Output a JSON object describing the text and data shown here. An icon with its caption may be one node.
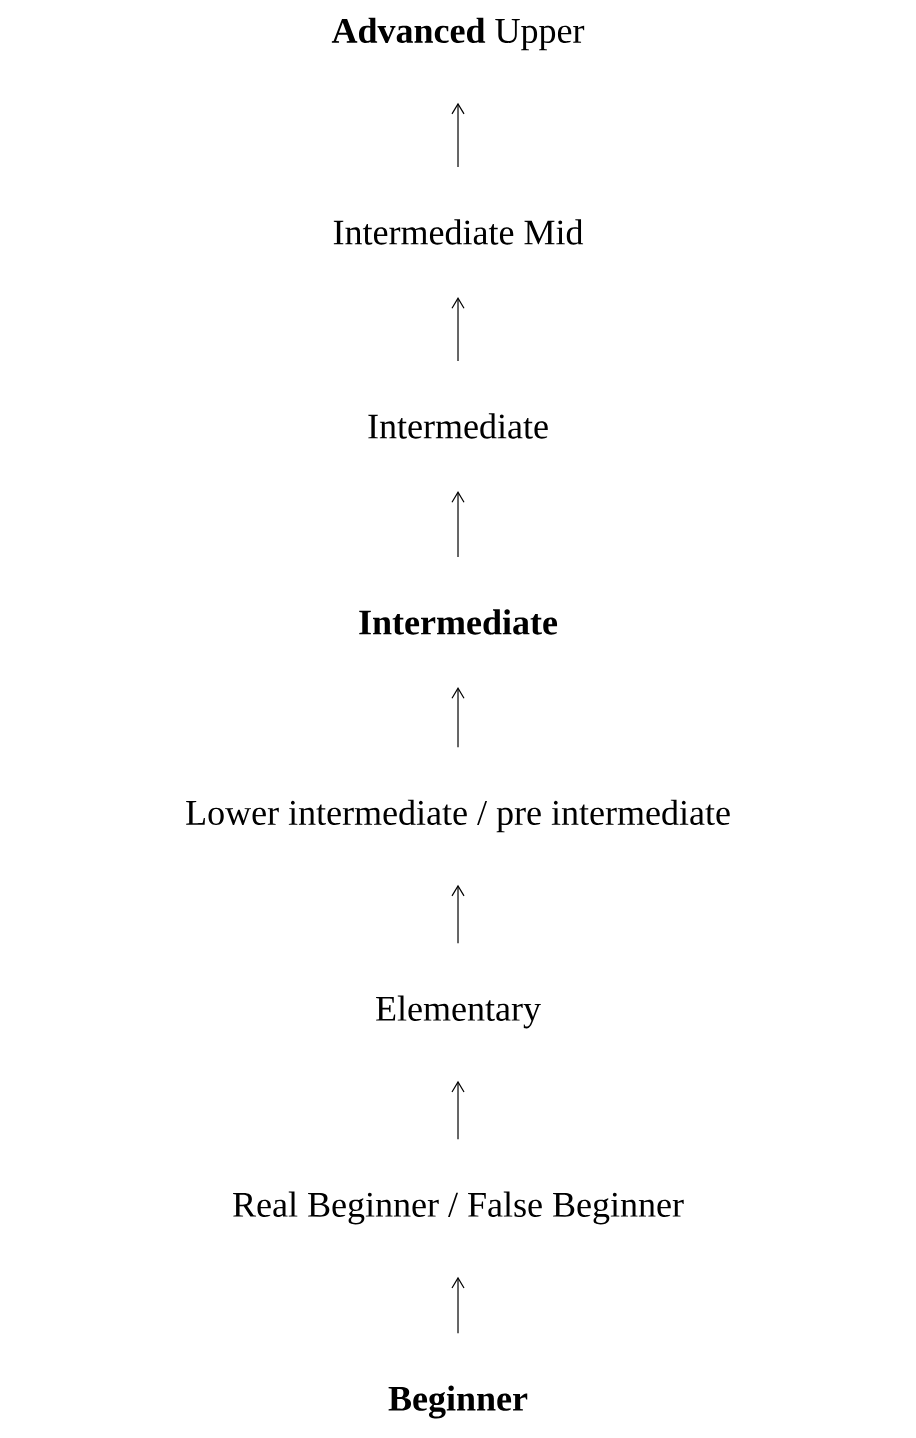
{
  "diagram": {
    "nodes": [
      {
        "text": [
          "**Advanced** Upper"
        ]
      },
      {
        "text": [
          "Intermediate Mid"
        ]
      },
      {
        "text": [
          "Intermediate"
        ]
      },
      {
        "text": [
          "Intermediate"
        ]
      },
      {
        "text": [
          "Lower intermediate / pre intermediate"
        ]
      },
      {
        "text": [
          "Elementary"
        ]
      },
      {
        "text": [
          "Real Beginner / False Beginner"
        ]
      },
      {
        "text": [
          "Beginner"
        ]
      }
    ],
    "edges": [
      {
        "from": 1,
        "to": 0,
        "arrow": "to"
      },
      {
        "from": 2,
        "to": 1,
        "arrow": "to"
      },
      {
        "from": 3,
        "to": 2,
        "arrow": "to"
      },
      {
        "from": 4,
        "to": 3,
        "arrow": "to"
      },
      {
        "from": 5,
        "to": 4,
        "arrow": "to"
      },
      {
        "from": 6,
        "to": 5,
        "arrow": "to"
      },
      {
        "from": 7,
        "to": 6,
        "arrow": "to"
      }
    ]
  }
}
